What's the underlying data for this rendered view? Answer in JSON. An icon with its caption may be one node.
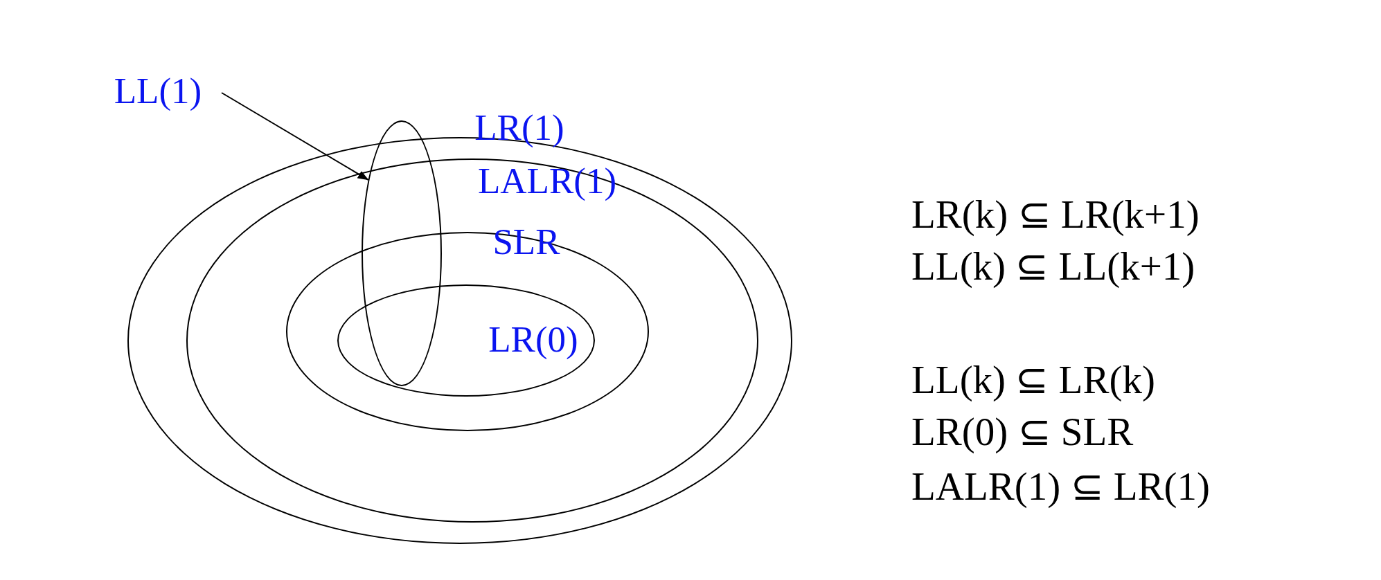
{
  "diagram": {
    "nodes": [
      {
        "text": [
          "LL(1)"
        ]
      },
      {
        "text": [
          "LR(1)"
        ]
      },
      {
        "text": [
          "LALR(1)"
        ],
        "in": 1
      },
      {
        "text": [
          "SLR"
        ],
        "in": 2
      },
      {
        "text": [
          "LR(0)"
        ],
        "in": 3
      },
      {
        "text": [],
        "shape": "ellipse"
      }
    ],
    "edges": [
      {
        "from": 0,
        "to": 5,
        "arrow": "to"
      }
    ],
    "labels": [
      "LR(k) ⊆ LR(k+1)",
      "LL(k) ⊆ LL(k+1)",
      "LL(k) ⊆ LR(k)",
      "LR(0) ⊆ SLR",
      "LALR(1) ⊆ LR(1)"
    ]
  }
}
